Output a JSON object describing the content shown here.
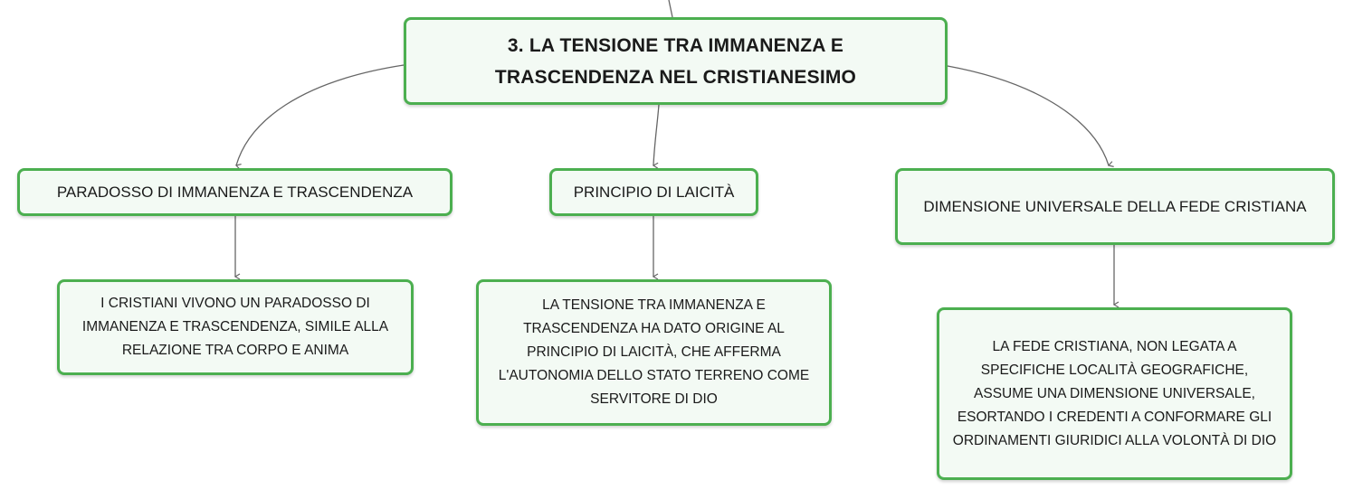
{
  "root": {
    "title": "3. LA TENSIONE TRA IMMANENZA E TRASCENDENZA NEL CRISTIANESIMO"
  },
  "topics": [
    {
      "label": "PARADOSSO DI IMMANENZA E TRASCENDENZA",
      "detail": "I CRISTIANI VIVONO UN PARADOSSO DI IMMANENZA E TRASCENDENZA, SIMILE ALLA RELAZIONE TRA CORPO E ANIMA"
    },
    {
      "label": "PRINCIPIO DI LAICITÀ",
      "detail": "LA TENSIONE TRA IMMANENZA E TRASCENDENZA HA DATO ORIGINE AL PRINCIPIO DI LAICITÀ, CHE AFFERMA L'AUTONOMIA DELLO STATO TERRENO COME SERVITORE DI DIO"
    },
    {
      "label": "DIMENSIONE UNIVERSALE DELLA FEDE CRISTIANA",
      "detail": "LA FEDE CRISTIANA, NON LEGATA A SPECIFICHE LOCALITÀ GEOGRAFICHE, ASSUME UNA DIMENSIONE UNIVERSALE, ESORTANDO I CREDENTI A CONFORMARE GLI ORDINAMENTI GIURIDICI ALLA VOLONTÀ DI DIO"
    }
  ],
  "colors": {
    "node_border": "#4caf50",
    "node_fill": "#f3faf4",
    "connector": "#666666",
    "text": "#1a1a1a"
  }
}
